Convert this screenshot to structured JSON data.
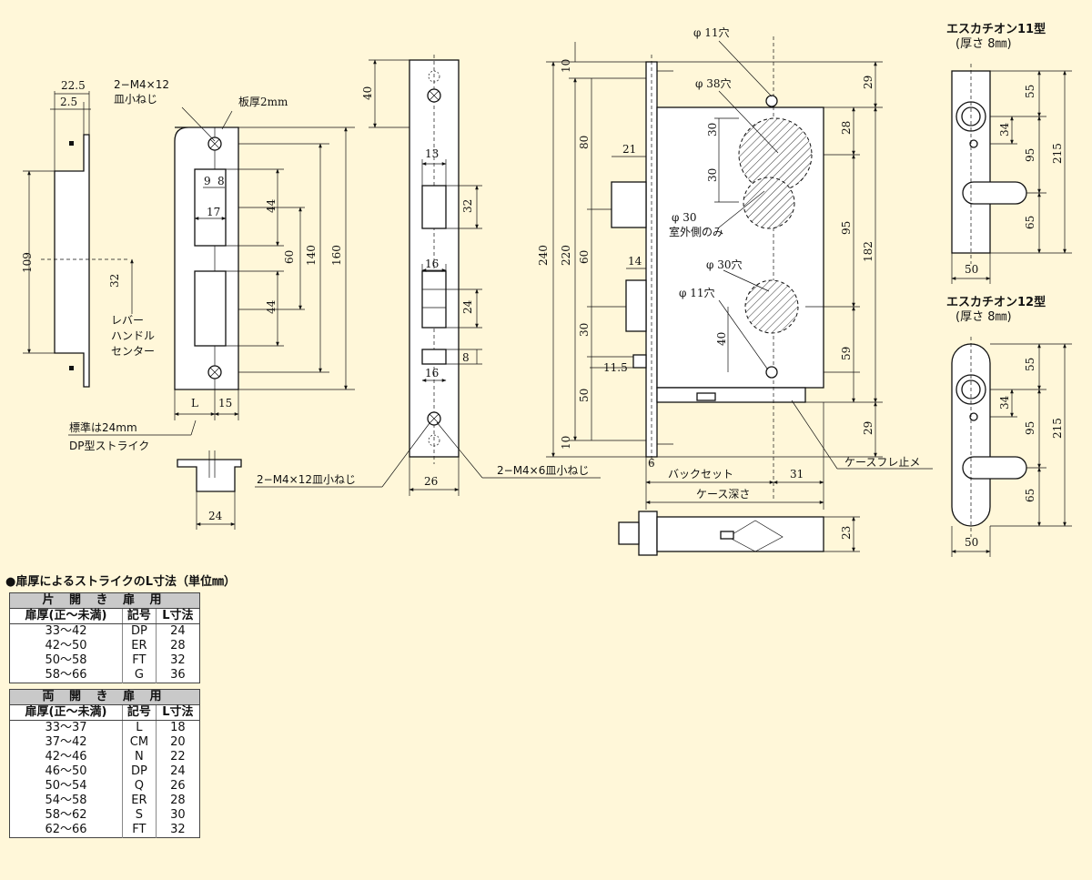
{
  "strike": {
    "dims": {
      "w225": "22.5",
      "w25": "2.5",
      "h109": "109",
      "w24": "24"
    },
    "labels": {
      "screw": "2−M4×12",
      "screw2": "皿小ねじ",
      "plate": "板厚2mm",
      "lever1": "レバー",
      "lever2": "ハンドル",
      "lever3": "センター",
      "std": "標準は24mm",
      "dp": "DP型ストライク"
    },
    "plate_dims": {
      "d9": "9",
      "d8": "8",
      "d17": "17",
      "d44a": "44",
      "d44b": "44",
      "d32": "32",
      "d60": "60",
      "d140": "140",
      "d160": "160",
      "dL": "L",
      "d15": "15"
    }
  },
  "front": {
    "dims": {
      "d40": "40",
      "d13": "13",
      "d32": "32",
      "d16a": "16",
      "d24": "24",
      "d16b": "16",
      "d8": "8",
      "d26": "26"
    },
    "labels": {
      "screw_left": "2−M4×12皿小ねじ",
      "screw_right": "2−M4×6皿小ねじ"
    }
  },
  "lock": {
    "dims": {
      "d240": "240",
      "d220": "220",
      "d10a": "10",
      "d80": "80",
      "d60": "60",
      "d30": "30",
      "d50": "50",
      "d10b": "10",
      "d21": "21",
      "d14": "14",
      "d115": "11.5",
      "d30a": "30",
      "d30b": "30",
      "d40": "40",
      "d29a": "29",
      "d28": "28",
      "d95": "95",
      "d182": "182",
      "d59": "59",
      "d29b": "29",
      "d6": "6",
      "d31": "31",
      "d23": "23"
    },
    "labels": {
      "h11a": "φ 11穴",
      "h38": "φ 38穴",
      "h30": "φ 30",
      "h30note": "室外側のみ",
      "h30b": "φ 30穴",
      "h11b": "φ 11穴",
      "backset": "バックセット",
      "depth": "ケース深さ",
      "stop": "ケースフレ止メ"
    }
  },
  "escutcheons": [
    {
      "title": "エスカチオン11型",
      "thickness": "(厚さ 8㎜)",
      "d55": "55",
      "d34": "34",
      "d95": "95",
      "d215": "215",
      "d65": "65",
      "d50": "50"
    },
    {
      "title": "エスカチオン12型",
      "thickness": "(厚さ 8㎜)",
      "d55": "55",
      "d34": "34",
      "d95": "95",
      "d215": "215",
      "d65": "65",
      "d50": "50"
    }
  ],
  "ltable": {
    "heading": "●扉厚によるストライクのL寸法（単位㎜）",
    "single": {
      "caption": "片 開 き 扉 用",
      "columns": [
        "扉厚(正〜未満)",
        "記号",
        "L寸法"
      ],
      "rows": [
        [
          "33〜42",
          "DP",
          "24"
        ],
        [
          "42〜50",
          "ER",
          "28"
        ],
        [
          "50〜58",
          "FT",
          "32"
        ],
        [
          "58〜66",
          "G",
          "36"
        ]
      ]
    },
    "double": {
      "caption": "両 開 き 扉 用",
      "columns": [
        "扉厚(正〜未満)",
        "記号",
        "L寸法"
      ],
      "rows": [
        [
          "33〜37",
          "L",
          "18"
        ],
        [
          "37〜42",
          "CM",
          "20"
        ],
        [
          "42〜46",
          "N",
          "22"
        ],
        [
          "46〜50",
          "DP",
          "24"
        ],
        [
          "50〜54",
          "Q",
          "26"
        ],
        [
          "54〜58",
          "ER",
          "28"
        ],
        [
          "58〜62",
          "S",
          "30"
        ],
        [
          "62〜66",
          "FT",
          "32"
        ]
      ]
    }
  }
}
